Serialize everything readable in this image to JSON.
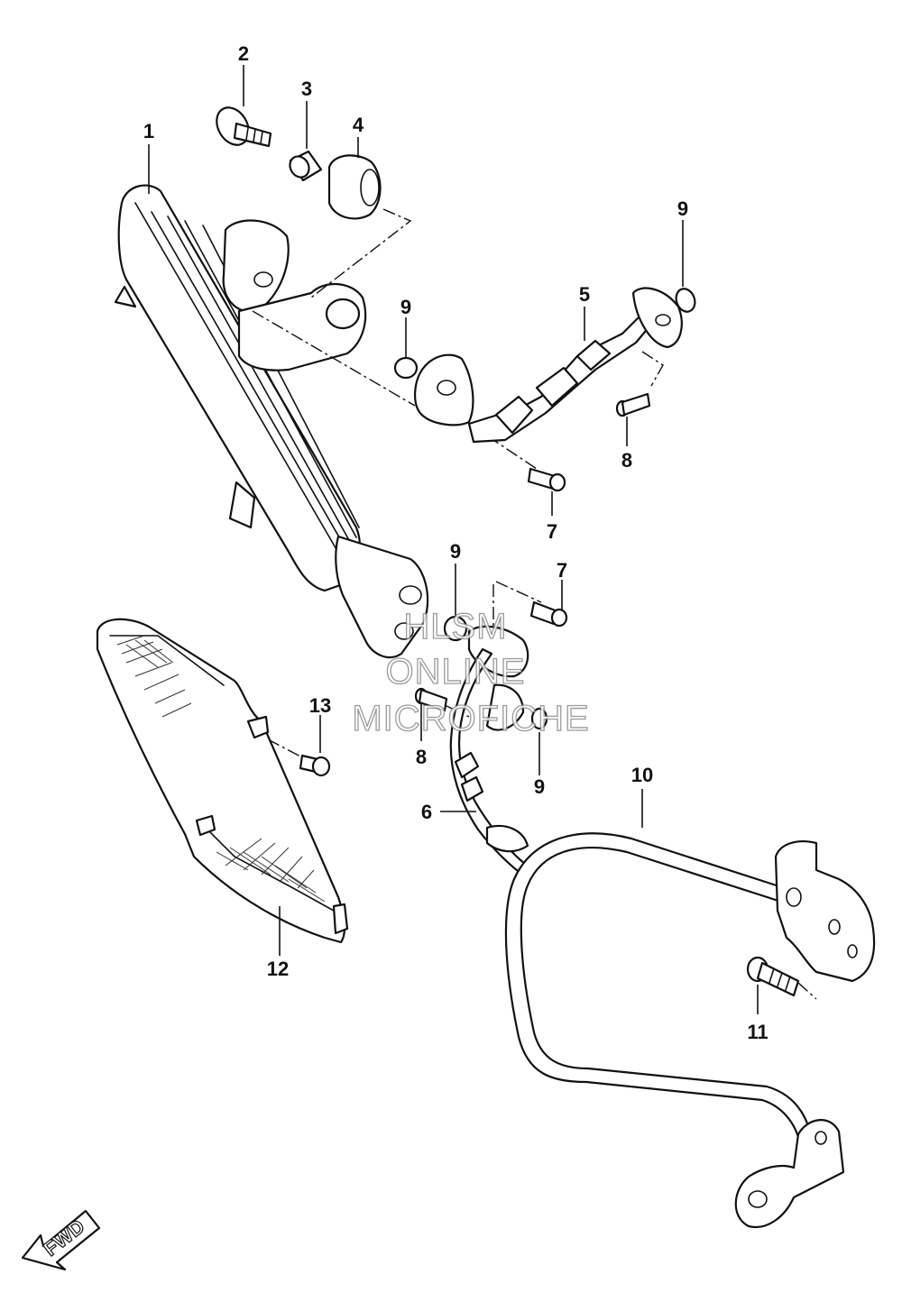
{
  "callouts": {
    "c1": "1",
    "c2": "2",
    "c3": "3",
    "c4": "4",
    "c5": "5",
    "c6": "6",
    "c7a": "7",
    "c7b": "7",
    "c8a": "8",
    "c8b": "8",
    "c9a": "9",
    "c9b": "9",
    "c9c": "9",
    "c9d": "9",
    "c10": "10",
    "c11": "11",
    "c12": "12",
    "c13": "13"
  },
  "watermark": {
    "line1": "HLSM",
    "line2": "ONLINE",
    "line3": "MICROFICHE"
  },
  "direction_arrow": {
    "label": "FWD",
    "icon": "fwd-arrow-icon"
  }
}
